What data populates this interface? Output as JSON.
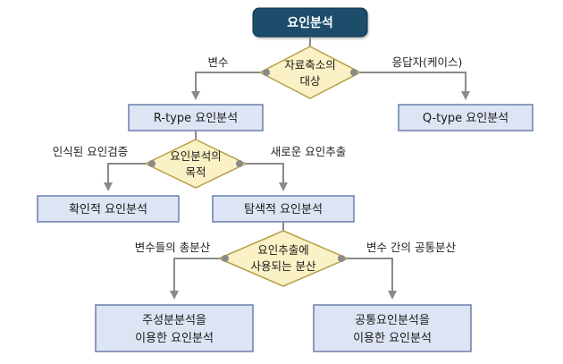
{
  "title": "요인분석",
  "decisions": {
    "d1": {
      "lines": [
        "자료축소의",
        "대상"
      ],
      "left": "변수",
      "right": "응답자(케이스)"
    },
    "d2": {
      "lines": [
        "요인분석의",
        "목적"
      ],
      "left": "인식된 요인검증",
      "right": "새로운 요인추출"
    },
    "d3": {
      "lines": [
        "요인추출에",
        "사용되는 분산"
      ],
      "left": "변수들의 총분산",
      "right": "변수 간의 공통분산"
    }
  },
  "boxes": {
    "rtype": [
      "R-type 요인분석"
    ],
    "qtype": [
      "Q-type 요인분석"
    ],
    "confirm": [
      "확인적 요인분석"
    ],
    "explore": [
      "탐색적 요인분석"
    ],
    "principal": [
      "주성분분석을",
      "이용한 요인분석"
    ],
    "common": [
      "공통요인분석을",
      "이용한 요인분석"
    ]
  },
  "colors": {
    "title_fill": "#1e4d6b",
    "box_fill": "#dde4f3",
    "box_stroke": "#6b7fae",
    "diamond_fill": "#fbf1c6",
    "diamond_stroke": "#b8a04a",
    "connector": "#8a8a8a"
  }
}
